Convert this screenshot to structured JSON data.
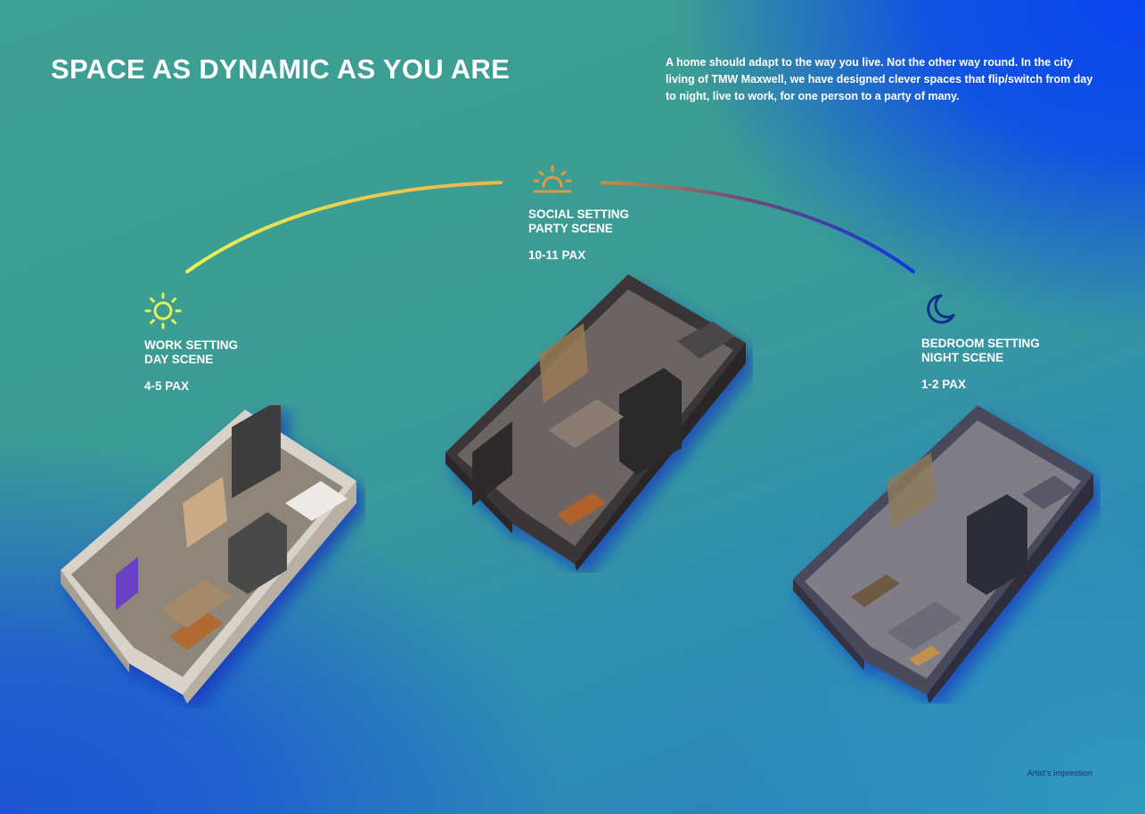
{
  "header": {
    "title": "SPACE AS DYNAMIC AS YOU ARE",
    "intro": "A home should adapt to the way you live. Not the other way round. In the city living of TMW Maxwell, we have designed clever spaces that flip/switch from day to night, live to work, for one person to a party of many."
  },
  "scenes": [
    {
      "icon": "sun-icon",
      "icon_color": "#e6f25a",
      "line1": "WORK SETTING",
      "line2": "DAY SCENE",
      "pax": "4-5 PAX"
    },
    {
      "icon": "sunset-icon",
      "icon_color": "#e8963a",
      "line1": "SOCIAL SETTING",
      "line2": "PARTY SCENE",
      "pax": "10-11 PAX"
    },
    {
      "icon": "moon-icon",
      "icon_color": "#0e2f8c",
      "line1": "BEDROOM SETTING",
      "line2": "NIGHT SCENE",
      "pax": "1-2 PAX"
    }
  ],
  "footnote": "Artist's Impression",
  "colors": {
    "arc_start": "#e8f255",
    "arc_mid": "#f0b24a",
    "arc_orange": "#c98a48",
    "arc_end": "#0a36e0"
  }
}
